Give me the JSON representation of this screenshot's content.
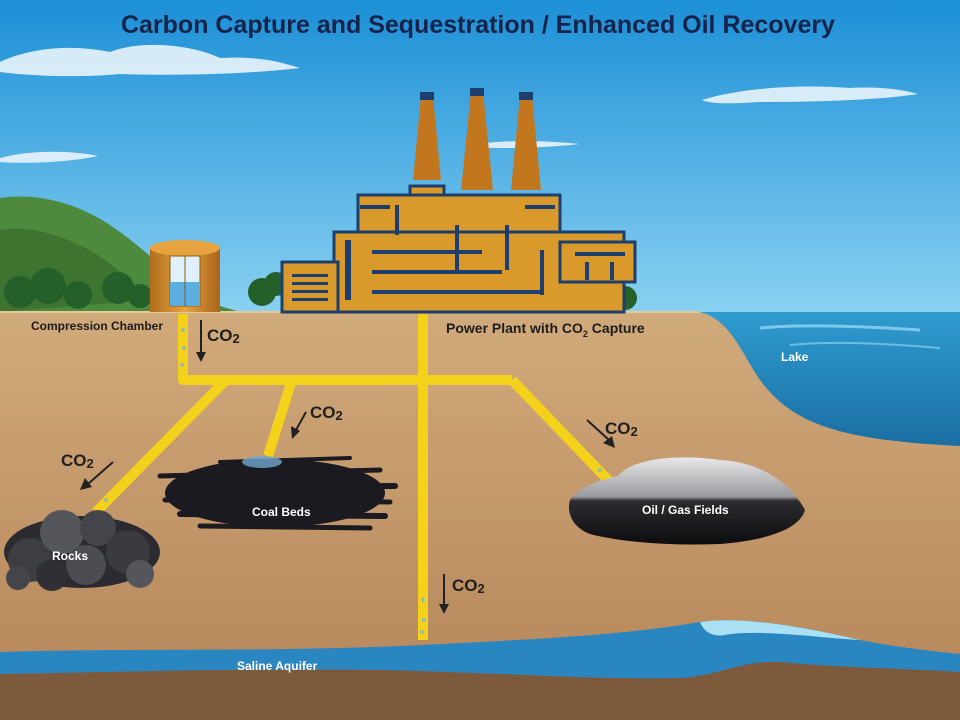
{
  "title": "Carbon Capture and Sequestration / Enhanced Oil Recovery",
  "labels": {
    "compression_chamber": "Compression Chamber",
    "power_plant_prefix": "Power Plant with CO",
    "power_plant_sub": "2",
    "power_plant_suffix": " Capture",
    "lake": "Lake",
    "coal_beds": "Coal Beds",
    "oil_gas_fields": "Oil / Gas Fields",
    "rocks": "Rocks",
    "saline_aquifer": "Saline Aquifer"
  },
  "co2_label": {
    "main": "CO",
    "sub": "2"
  },
  "colors": {
    "sky": "#3aa7de",
    "soil": "#c49a6c",
    "pipe": "#f4d21c",
    "plant": "#d99a2b",
    "plant_shadow": "#1d3f6e",
    "water": "#2a86c0",
    "coal": "#1a1a20"
  }
}
